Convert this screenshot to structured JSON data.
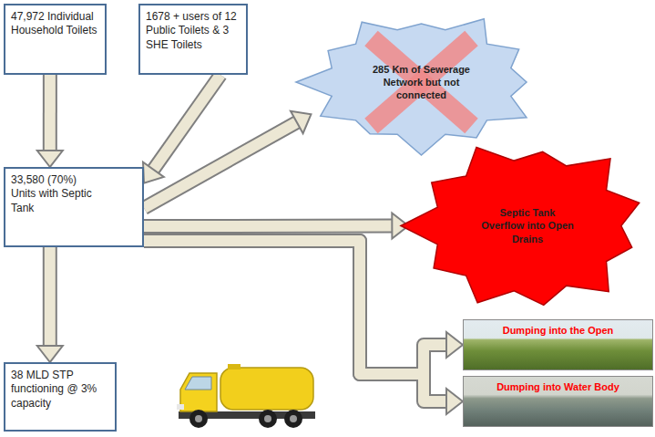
{
  "diagram": {
    "nodes": [
      {
        "text": [
          "47,972 Individual Household Toilets"
        ]
      },
      {
        "text": [
          "1678 + users of 12 Public Toilets & 3 SHE Toilets"
        ]
      },
      {
        "text": [
          "285 Km of Sewerage Network but not connected"
        ]
      },
      {
        "text": [
          "33,580 (70%) Units with Septic Tank"
        ]
      },
      {
        "text": [
          "Septic Tank Overflow into Open Drains"
        ]
      },
      {
        "text": [
          "38 MLD STP functioning @ 3% capacity"
        ]
      },
      {
        "text": [
          "Dumping into the Open"
        ]
      },
      {
        "text": [
          "Dumping into Water Body"
        ]
      }
    ],
    "edges": [
      {
        "from": 0,
        "to": 3,
        "arrow": "to"
      },
      {
        "from": 1,
        "to": 3,
        "arrow": "to"
      },
      {
        "from": 3,
        "to": 2,
        "arrow": "to"
      },
      {
        "from": 3,
        "to": 4,
        "arrow": "to"
      },
      {
        "from": 3,
        "to": 5,
        "arrow": "to"
      },
      {
        "from": 3,
        "to": 6,
        "arrow": "to"
      },
      {
        "from": 3,
        "to": 7,
        "arrow": "to"
      }
    ]
  }
}
